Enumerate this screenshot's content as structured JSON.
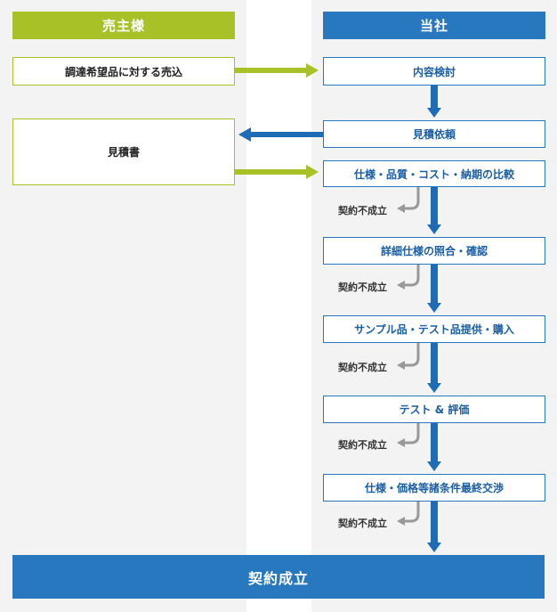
{
  "headers": {
    "seller": "売主様",
    "company": "当社"
  },
  "seller_steps": {
    "step1": "調達希望品に対する売込",
    "step2": "見積書"
  },
  "company_steps": [
    "内容検討",
    "見積依頼",
    "仕様・品質・コスト・納期の比較",
    "詳細仕様の照合・確認",
    "サンプル品・テスト品提供・購入",
    "テスト & 評価",
    "仕様・価格等諸条件最終交渉"
  ],
  "fail_label": "契約不成立",
  "final": "契約成立",
  "colors": {
    "seller": "#a7c127",
    "company": "#2878c0",
    "fail_arrow": "#999999"
  }
}
